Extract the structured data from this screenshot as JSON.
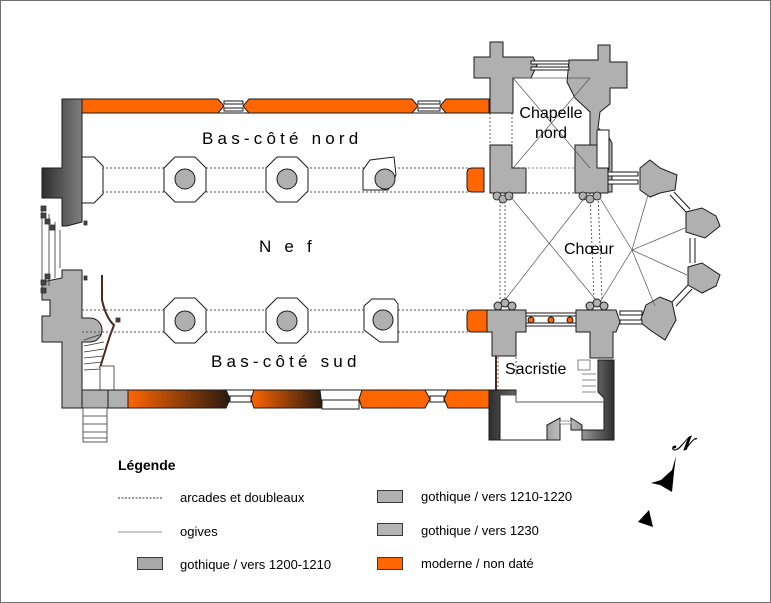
{
  "rooms": {
    "north_aisle": "Bas-côté nord",
    "nave": "N e f",
    "south_aisle": "Bas-côté sud",
    "north_chapel_line1": "Chapelle",
    "north_chapel_line2": "nord",
    "choir": "Chœur",
    "sacristy": "Sacristie"
  },
  "legend": {
    "title": "Légende",
    "items": [
      {
        "label": "arcades et doubleaux",
        "symbol": "dotted-line"
      },
      {
        "label": "ogives",
        "symbol": "thin-line"
      },
      {
        "label": "gothique / vers 1200-1210",
        "symbol": "swatch",
        "color": "#a8a8a8"
      },
      {
        "label": "gothique / vers 1210-1220",
        "symbol": "swatch",
        "color": "#b0b0b0"
      },
      {
        "label": "gothique / vers 1230",
        "symbol": "swatch",
        "color": "#b4b4b4"
      },
      {
        "label": "moderne / non daté",
        "symbol": "swatch",
        "color": "#ff6600"
      }
    ]
  },
  "compass": {
    "label": "N",
    "icon": "north-arrow-icon"
  },
  "colors": {
    "modern": "#ff6600",
    "gothic": "#b0b0b0",
    "dark_gradient": "#2a2a2a",
    "outline": "#1a1a1a"
  }
}
